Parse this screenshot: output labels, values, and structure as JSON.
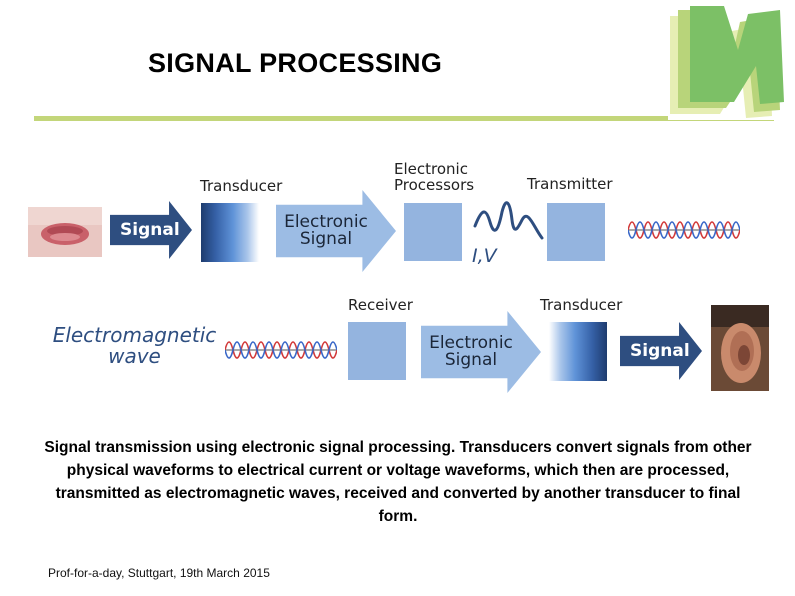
{
  "slide": {
    "title": "SIGNAL PROCESSING",
    "footer": "Prof-for-a-day, Stuttgart, 19th March 2015",
    "caption": "Signal transmission using electronic signal processing. Transducers convert signals from other physical waveforms to electrical current or voltage waveforms, which then are processed, transmitted as electromagnetic waves, received and converted by another transducer to final form."
  },
  "top_row": {
    "signal_label": "Signal",
    "transducer_label": "Transducer",
    "electronic_signal_line1": "Electronic",
    "electronic_signal_line2": "Signal",
    "processors_line1": "Electronic",
    "processors_line2": "Processors",
    "iv_label": "I,V",
    "transmitter_label": "Transmitter"
  },
  "bottom_row": {
    "em_line1": "Electromagnetic",
    "em_line2": "wave",
    "receiver_label": "Receiver",
    "electronic_signal_line1": "Electronic",
    "electronic_signal_line2": "Signal",
    "transducer_label": "Transducer",
    "signal_label": "Signal"
  },
  "colors": {
    "accent_green": "#c3d67a",
    "dark_blue": "#2e4e80",
    "light_blue": "#94b4df",
    "wave_red": "#d23a3a",
    "wave_blue": "#3a68c8"
  },
  "icons": [
    "mouth-photo",
    "ear-photo",
    "university-logo",
    "em-wave-icon",
    "waveform-icon"
  ]
}
